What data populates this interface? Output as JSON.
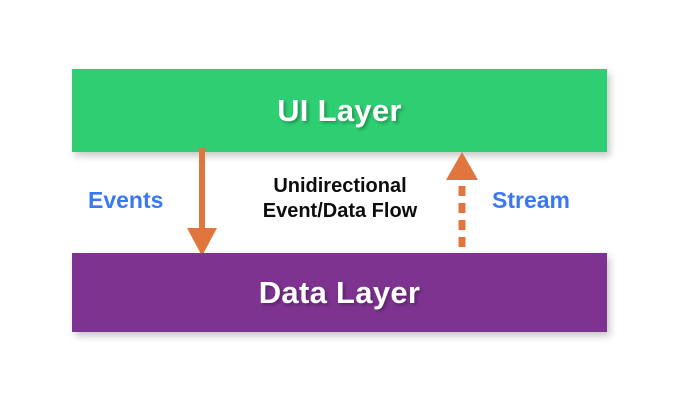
{
  "diagram": {
    "title_text": "Unidirectional\nEvent/Data Flow",
    "ui_layer": {
      "label": "UI Layer",
      "color": "#2ECF72"
    },
    "data_layer": {
      "label": "Data Layer",
      "color": "#7E3391"
    },
    "arrows": [
      {
        "name": "events",
        "label": "Events",
        "direction": "down",
        "style": "solid",
        "color": "#E0763E",
        "from": "UI Layer",
        "to": "Data Layer"
      },
      {
        "name": "stream",
        "label": "Stream",
        "direction": "up",
        "style": "dashed",
        "color": "#E0763E",
        "from": "Data Layer",
        "to": "UI Layer"
      }
    ],
    "label_color": "#3B78F0",
    "background": "#FFFFFF"
  }
}
